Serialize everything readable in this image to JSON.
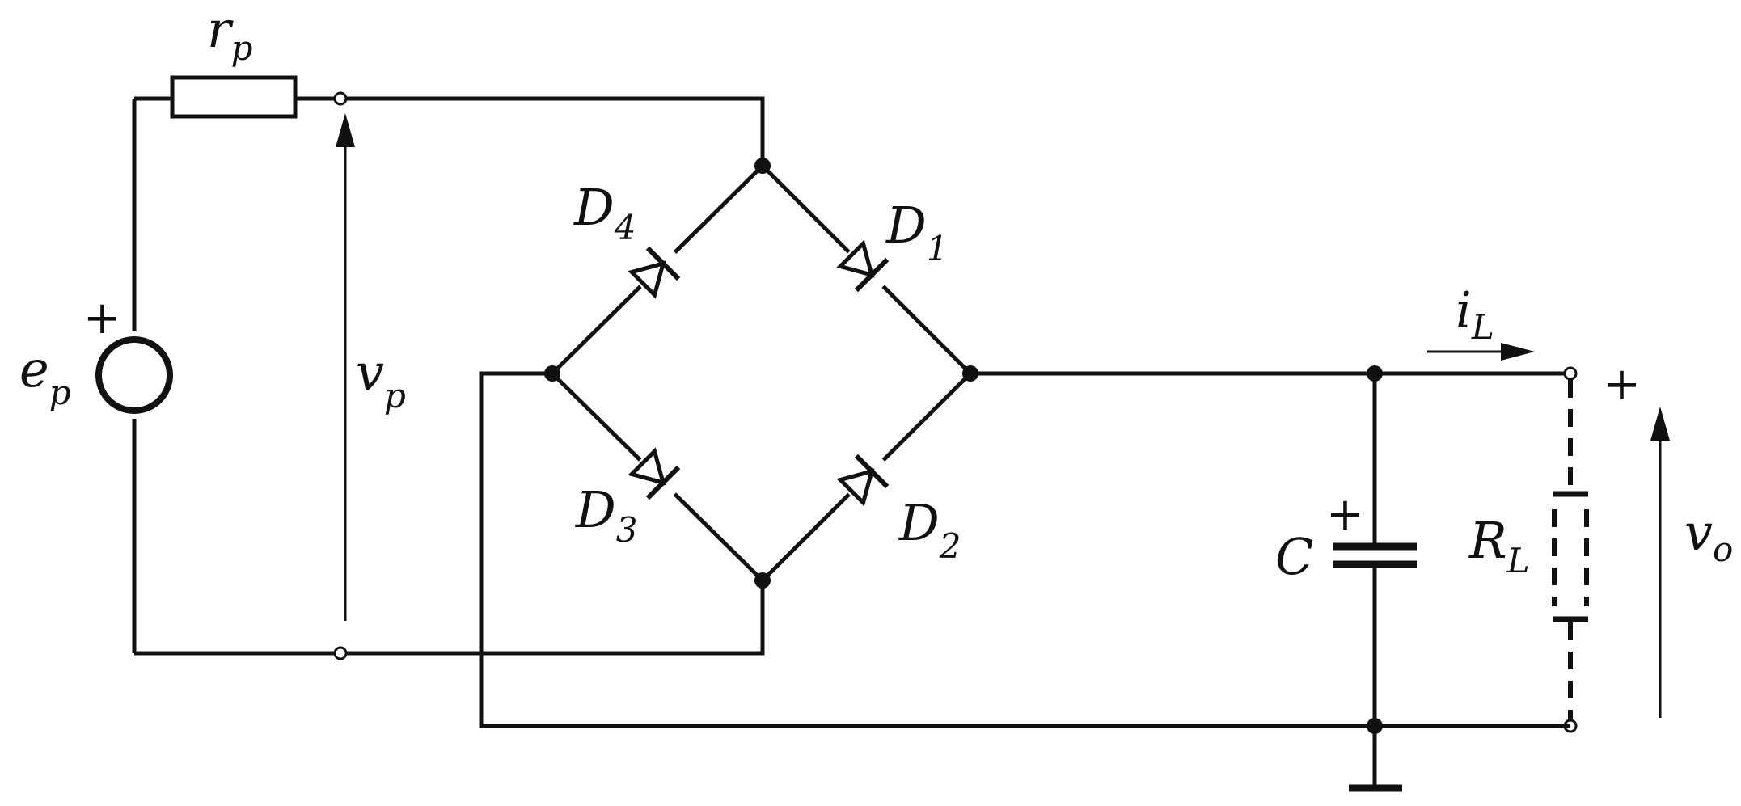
{
  "labels": {
    "rp": {
      "main": "r",
      "sub": "p"
    },
    "ep": {
      "main": "e",
      "sub": "p"
    },
    "vp": {
      "main": "v",
      "sub": "p"
    },
    "d1": {
      "main": "D",
      "sub": "1"
    },
    "d2": {
      "main": "D",
      "sub": "2"
    },
    "d3": {
      "main": "D",
      "sub": "3"
    },
    "d4": {
      "main": "D",
      "sub": "4"
    },
    "il": {
      "main": "i",
      "sub": "L"
    },
    "c": {
      "main": "C"
    },
    "rl": {
      "main": "R",
      "sub": "L"
    },
    "vo": {
      "main": "v",
      "sub": "o"
    }
  },
  "signs": {
    "source_plus": "+",
    "capacitor_plus": "+",
    "output_plus": "+"
  }
}
